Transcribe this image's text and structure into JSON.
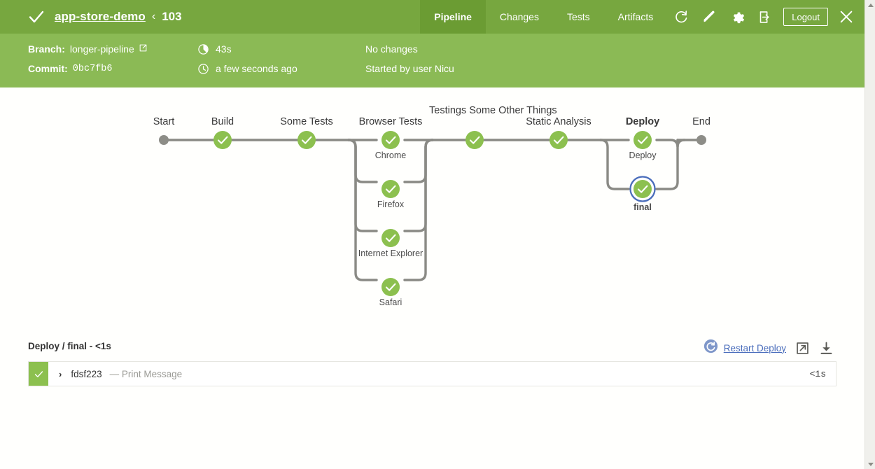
{
  "header": {
    "status_icon": "check-icon",
    "project": "app-store-demo",
    "separator": "‹",
    "build_number": "103",
    "tabs": [
      {
        "label": "Pipeline",
        "active": true
      },
      {
        "label": "Changes",
        "active": false
      },
      {
        "label": "Tests",
        "active": false
      },
      {
        "label": "Artifacts",
        "active": false
      }
    ],
    "icons": [
      "rerun-icon",
      "edit-pencil-icon",
      "gear-icon",
      "logout-arrow-icon"
    ],
    "logout_label": "Logout",
    "close_label": "close-icon",
    "bar_color": "#77a73f",
    "active_tab_color": "#6b9c33"
  },
  "meta": {
    "branch_label": "Branch:",
    "branch_value": "longer-pipeline",
    "branch_external_icon": "external-link-icon",
    "commit_label": "Commit:",
    "commit_value": "0bc7fb6",
    "duration_icon": "duration-icon",
    "duration": "43s",
    "time_icon": "clock-icon",
    "time_ago": "a few seconds ago",
    "changes": "No changes",
    "started_by": "Started by user Nicu",
    "bar_color": "#8bba55"
  },
  "pipeline": {
    "node_color": "#8cc04f",
    "edge_color": "#8a8a85",
    "terminal_color": "#8d8d87",
    "selected_ring_color": "#4a6dbb",
    "stages": [
      {
        "name": "Start",
        "type": "terminal",
        "bold": false
      },
      {
        "name": "Build",
        "type": "stage",
        "bold": false
      },
      {
        "name": "Some Tests",
        "type": "stage",
        "bold": false
      },
      {
        "name": "Browser Tests",
        "type": "parallel",
        "bold": false,
        "children": [
          "Chrome",
          "Firefox",
          "Internet Explorer",
          "Safari"
        ]
      },
      {
        "name": "Testings Some Other Things",
        "type": "stage",
        "bold": false
      },
      {
        "name": "Static Analysis",
        "type": "stage",
        "bold": false
      },
      {
        "name": "Deploy",
        "type": "parallel",
        "bold": true,
        "children": [
          "Deploy",
          "final"
        ]
      },
      {
        "name": "End",
        "type": "terminal",
        "bold": false
      }
    ],
    "selected_node": "final"
  },
  "log": {
    "title": "Deploy / final - <1s",
    "restart_icon": "restart-circle-icon",
    "restart_label": "Restart Deploy",
    "open_icon": "external-link-icon",
    "download_icon": "download-icon",
    "rows": [
      {
        "status": "success",
        "chevron": "›",
        "step": "fdsf223",
        "dash": "—",
        "description": "Print Message",
        "duration": "<1s"
      }
    ]
  },
  "scrollbar": {
    "up_arrow": "scroll-up-arrow",
    "down_arrow": "scroll-down-arrow"
  }
}
